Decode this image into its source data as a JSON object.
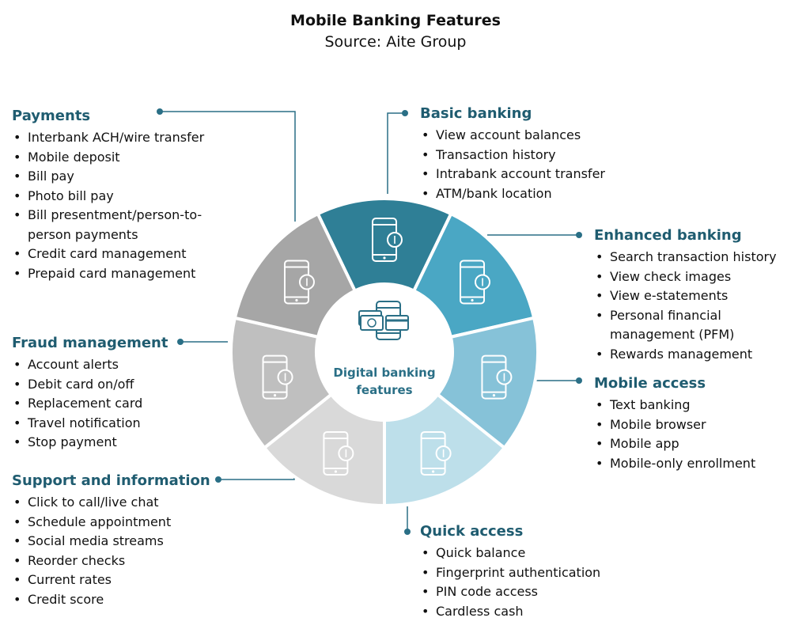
{
  "title": "Mobile Banking Features",
  "subtitle": "Source: Aite Group",
  "center_label": [
    "Digital banking",
    "features"
  ],
  "colors": {
    "basic": "#2f7f96",
    "enhanced": "#4aa7c4",
    "mobile": "#86c2d8",
    "quick": "#bddfea",
    "support": "#d9d9d9",
    "fraud": "#bfbfbf",
    "payments": "#a6a6a6",
    "heading": "#1f5c70",
    "connector": "#2a6f86"
  },
  "categories": [
    {
      "id": "basic",
      "title": "Basic banking",
      "icon": "mobile-bank-icon",
      "items": [
        "View account balances",
        "Transaction history",
        "Intrabank account transfer",
        "ATM/bank location"
      ]
    },
    {
      "id": "enhanced",
      "title": "Enhanced banking",
      "icon": "mobile-statement-dollar-icon",
      "items": [
        "Search transaction history",
        "View check images",
        "View e-statements",
        "Personal financial",
        "management (PFM)",
        "Rewards management"
      ]
    },
    {
      "id": "mobile",
      "title": "Mobile access",
      "icon": "mobile-dollar-coin-icon",
      "items": [
        "Text banking",
        "Mobile browser",
        "Mobile app",
        "Mobile-only enrollment"
      ]
    },
    {
      "id": "quick",
      "title": "Quick access",
      "icon": "fingerprint-phone-icon",
      "items": [
        "Quick balance",
        "Fingerprint authentication",
        "PIN code access",
        "Cardless cash"
      ]
    },
    {
      "id": "support",
      "title": "Support and information",
      "icon": "phone-gear-dollar-icon",
      "items": [
        "Click to call/live chat",
        "Schedule appointment",
        "Social media streams",
        "Reorder checks",
        "Current rates",
        "Credit score"
      ]
    },
    {
      "id": "fraud",
      "title": "Fraud management",
      "icon": "phone-shield-icon",
      "items": [
        "Account alerts",
        "Debit card on/off",
        "Replacement card",
        "Travel notification",
        "Stop payment"
      ]
    },
    {
      "id": "payments",
      "title": "Payments",
      "icon": "phone-card-payment-icon",
      "items": [
        "Interbank ACH/wire transfer",
        "Mobile deposit",
        "Bill pay",
        "Photo bill pay",
        "Bill presentment/person-to-",
        "person payments",
        "Credit card management",
        "Prepaid card management"
      ]
    }
  ]
}
